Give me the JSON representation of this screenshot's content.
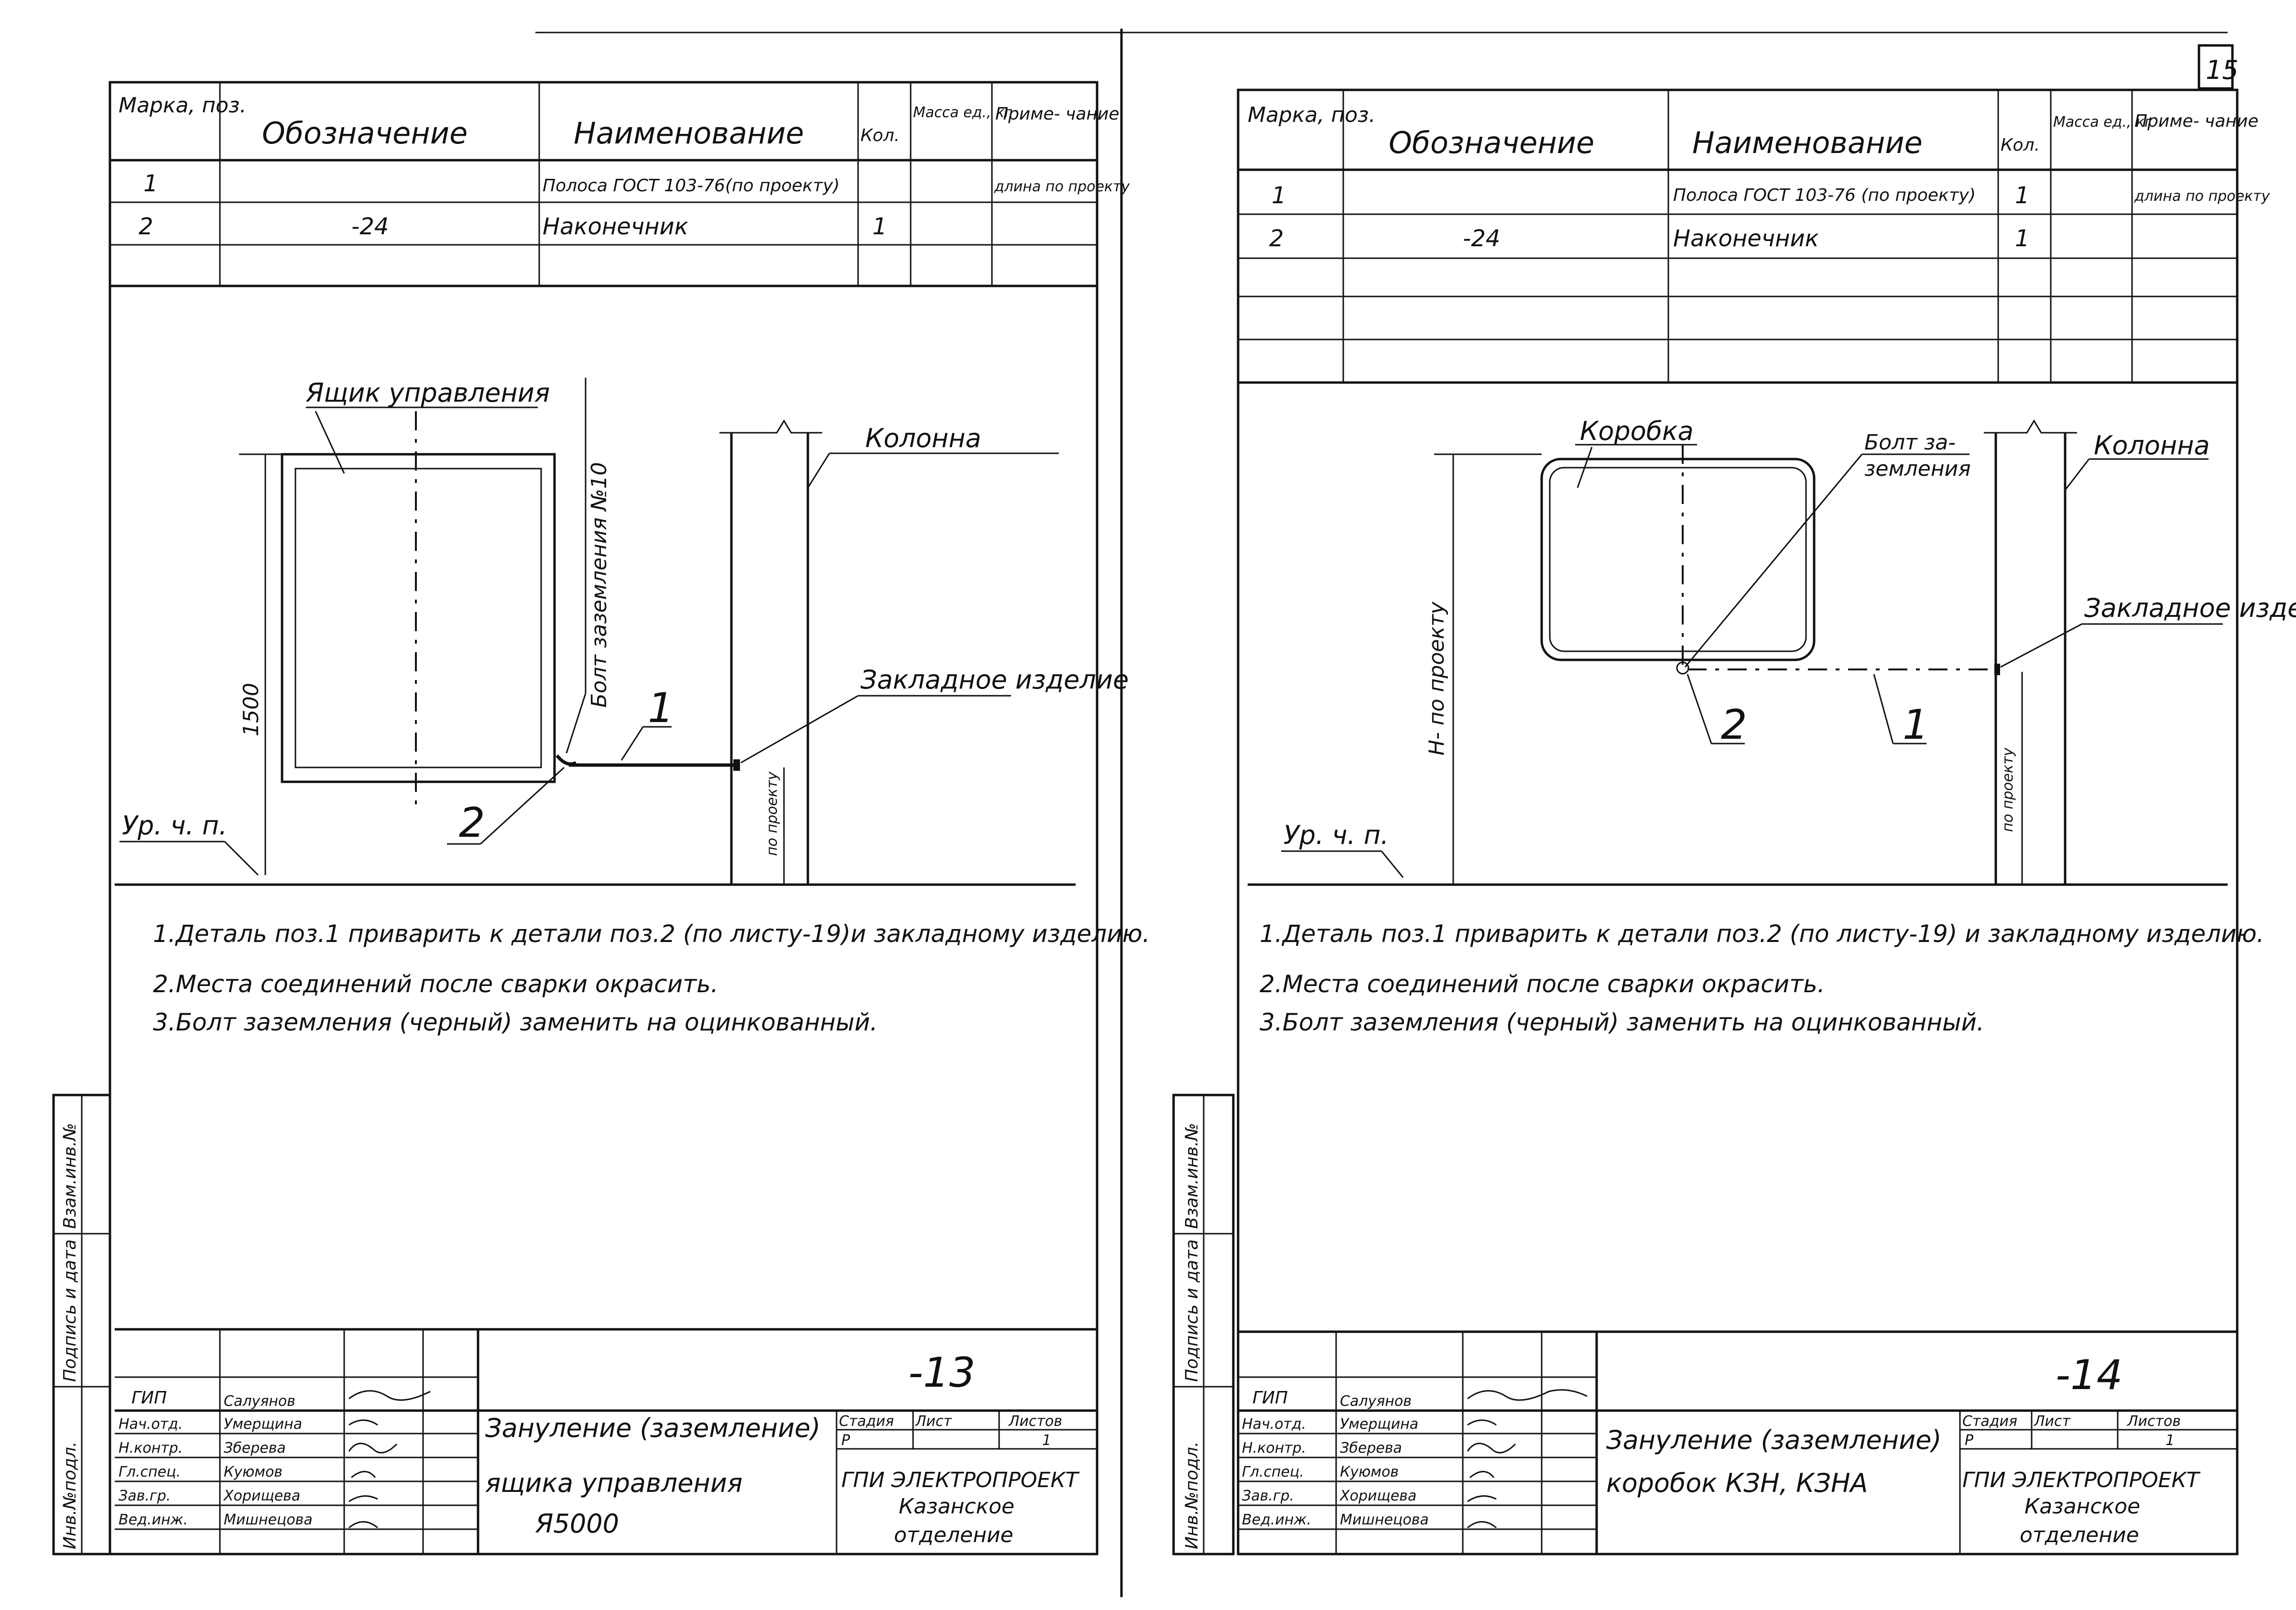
{
  "page_number": "15",
  "sheets": [
    {
      "id": "left",
      "header": {
        "mark": "Марка, поз.",
        "designation": "Обозначение",
        "name": "Наименование",
        "qty": "Кол.",
        "mass": "Масса ед., кг",
        "note": "Приме- чание"
      },
      "rows": [
        {
          "pos": "1",
          "designation": "",
          "name": "Полоса ГОСТ 103-76(по проекту)",
          "qty": "",
          "mass": "",
          "note": "длина по проекту"
        },
        {
          "pos": "2",
          "designation": "-24",
          "name": "Наконечник",
          "qty": "1",
          "mass": "",
          "note": ""
        }
      ],
      "labels": {
        "box": "Ящик управления",
        "bolt": "Болт заземления №10",
        "column": "Колонна",
        "embedded": "Закладное изделие",
        "height": "1500",
        "floor": "Ур. ч. п.",
        "pos1": "1",
        "pos2": "2",
        "by_project": "по проекту"
      },
      "notes": [
        "1.Деталь поз.1 приварить к детали поз.2 (по листу-19)и закладному изделию.",
        "2.Места соединений после сварки окрасить.",
        "3.Болт заземления (черный) заменить на оцинкованный."
      ],
      "stamp_side": {
        "col1": "Инв.№подл.",
        "col2": "Подпись и дата",
        "col3": "Взам.инв.№"
      },
      "title_block": {
        "drawing_no": "-13",
        "roles": [
          "ГИП",
          "Нач.отд.",
          "Н.контр.",
          "Гл.спец.",
          "Зав.гр.",
          "Вед.инж."
        ],
        "names": [
          "Салуянов",
          "Умерщина",
          "Зберева",
          "Куюмов",
          "Хорищева",
          "Мишнецова"
        ],
        "title": [
          "Зануление (заземление)",
          "ящика управления",
          "Я5000"
        ],
        "stage_label": "Стадия",
        "sheet_label": "Лист",
        "sheets_label": "Листов",
        "stage": "Р",
        "sheet": "",
        "sheets": "1",
        "org": [
          "ГПИ ЭЛЕКТРОПРОЕКТ",
          "Казанское",
          "отделение"
        ]
      }
    },
    {
      "id": "right",
      "header": {
        "mark": "Марка, поз.",
        "designation": "Обозначение",
        "name": "Наименование",
        "qty": "Кол.",
        "mass": "Масса ед., кг",
        "note": "Приме- чание"
      },
      "rows": [
        {
          "pos": "1",
          "designation": "",
          "name": "Полоса ГОСТ 103-76 (по проекту)",
          "qty": "1",
          "mass": "",
          "note": "длина по проекту"
        },
        {
          "pos": "2",
          "designation": "-24",
          "name": "Наконечник",
          "qty": "1",
          "mass": "",
          "note": ""
        }
      ],
      "labels": {
        "box": "Коробка",
        "bolt": "Болт за- земления",
        "column": "Колонна",
        "embedded": "Закладное изделие",
        "height": "Н- по проекту",
        "floor": "Ур. ч. п.",
        "pos1": "1",
        "pos2": "2",
        "by_project": "по проекту"
      },
      "notes": [
        "1.Деталь поз.1 приварить к детали поз.2 (по листу-19) и закладному изделию.",
        "2.Места соединений после сварки окрасить.",
        "3.Болт заземления (черный) заменить на оцинкованный."
      ],
      "stamp_side": {
        "col1": "Инв.№подл.",
        "col2": "Подпись и дата",
        "col3": "Взам.инв.№"
      },
      "title_block": {
        "drawing_no": "-14",
        "roles": [
          "ГИП",
          "Нач.отд.",
          "Н.контр.",
          "Гл.спец.",
          "Зав.гр.",
          "Вед.инж."
        ],
        "names": [
          "Салуянов",
          "Умерщина",
          "Зберева",
          "Куюмов",
          "Хорищева",
          "Мишнецова"
        ],
        "title": [
          "Зануление (заземление)",
          "коробок КЗН, КЗНА"
        ],
        "stage_label": "Стадия",
        "sheet_label": "Лист",
        "sheets_label": "Листов",
        "stage": "Р",
        "sheet": "",
        "sheets": "1",
        "org": [
          "ГПИ ЭЛЕКТРОПРОЕКТ",
          "Казанское",
          "отделение"
        ]
      }
    }
  ]
}
